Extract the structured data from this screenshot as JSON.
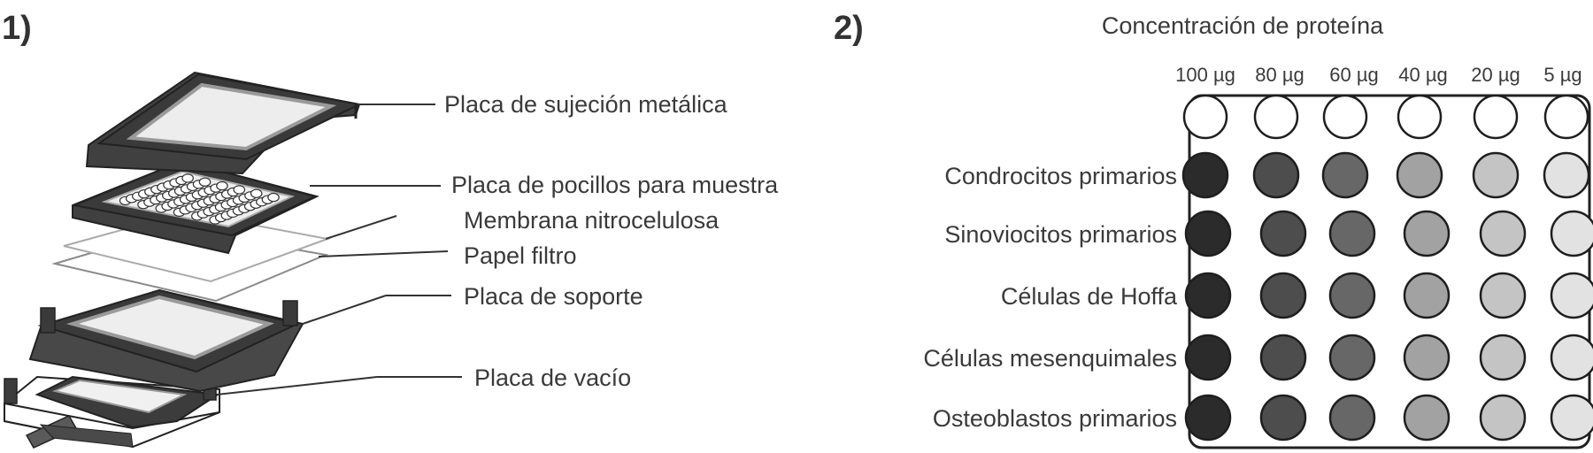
{
  "panel1": {
    "label": "1)",
    "parts": [
      "Placa de sujeción metálica",
      "Placa de pocillos para muestra",
      "Membrana nitrocelulosa",
      "Papel filtro",
      "Placa de soporte",
      "Placa de vacío"
    ]
  },
  "panel2": {
    "label": "2)",
    "title": "Concentración de proteína",
    "columns": [
      "100 µg",
      "80 µg",
      "60 µg",
      "40 µg",
      "20 µg",
      "5 µg"
    ],
    "rows": [
      "Condrocitos primarios",
      "Sinoviocitos primarios",
      "Células de Hoffa",
      "Células mesenquimales",
      "Osteoblastos primarios"
    ],
    "dot_colors": {
      "blank": "#ffffff",
      "levels": [
        "#2b2b2b",
        "#4d4d4d",
        "#676767",
        "#a2a2a2",
        "#c4c4c4",
        "#e2e2e2"
      ]
    }
  }
}
